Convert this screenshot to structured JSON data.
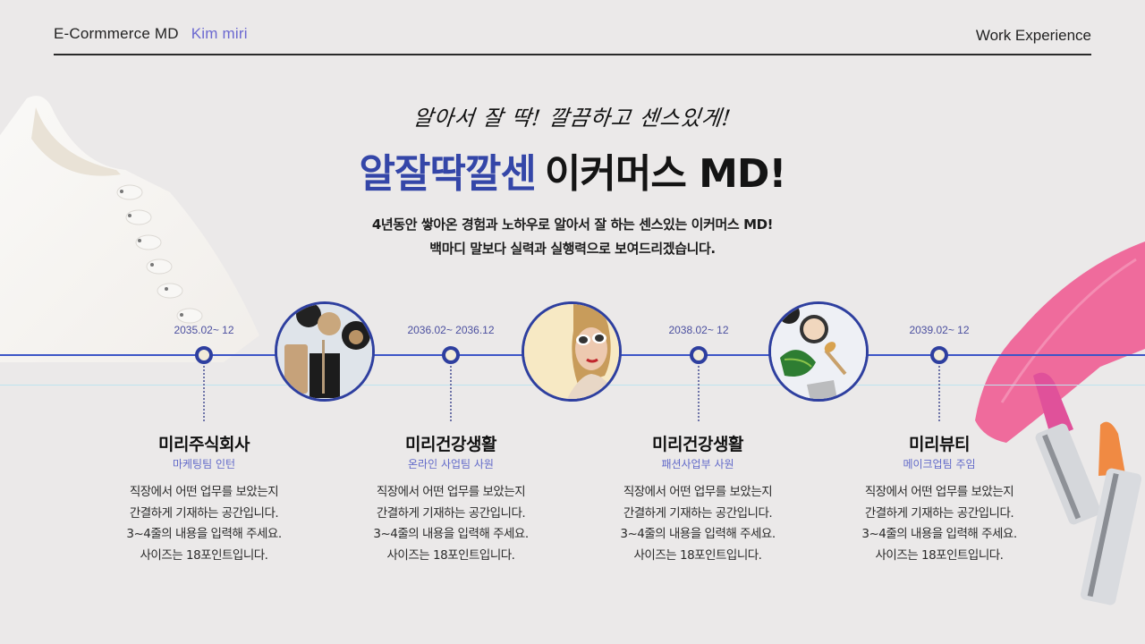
{
  "header": {
    "brand": "E-Cormmerce MD",
    "name": "Kim miri",
    "section": "Work Experience"
  },
  "hero": {
    "tagline": "알아서 잘 딱! 깔끔하고 센스있게!",
    "title_accent": "알잘딱깔센",
    "title_rest": "이커머스 MD!",
    "desc_line1": "4년동안 쌓아온 경험과 노하우로 알아서 잘 하는 센스있는 이커머스 MD!",
    "desc_line2": "백마디 말보다 실력과 실행력으로 보여드리겠습니다."
  },
  "colors": {
    "accent": "#3446a8",
    "timeline": "#3c55c7",
    "role": "#6169c9",
    "background": "#ebe9e9"
  },
  "timeline": [
    {
      "date": "2035.02~ 12",
      "company": "미리주식회사",
      "role": "마케팅팀 인턴",
      "body": [
        "직장에서 어떤 업무를 보았는지",
        "간결하게 기재하는 공간입니다.",
        "3~4줄의 내용을 입력해 주세요.",
        "사이즈는 18포인트입니다."
      ]
    },
    {
      "date": "2036.02~ 2036.12",
      "company": "미리건강생활",
      "role": "온라인 사업팀 사원",
      "body": [
        "직장에서 어떤 업무를 보았는지",
        "간결하게 기재하는 공간입니다.",
        "3~4줄의 내용을 입력해 주세요.",
        "사이즈는 18포인트입니다."
      ]
    },
    {
      "date": "2038.02~ 12",
      "company": "미리건강생활",
      "role": "패션사업부 사원",
      "body": [
        "직장에서 어떤 업무를 보았는지",
        "간결하게 기재하는 공간입니다.",
        "3~4줄의 내용을 입력해 주세요.",
        "사이즈는 18포인트입니다."
      ]
    },
    {
      "date": "2039.02~ 12",
      "company": "미리뷰티",
      "role": "메이크업팀 주임",
      "body": [
        "직장에서 어떤 업무를 보았는지",
        "간결하게 기재하는 공간입니다.",
        "3~4줄의 내용을 입력해 주세요.",
        "사이즈는 18포인트입니다."
      ]
    }
  ],
  "photos": [
    {
      "icon": "accessories-photo"
    },
    {
      "icon": "fashion-model-photo"
    },
    {
      "icon": "cosmetics-photo"
    }
  ]
}
